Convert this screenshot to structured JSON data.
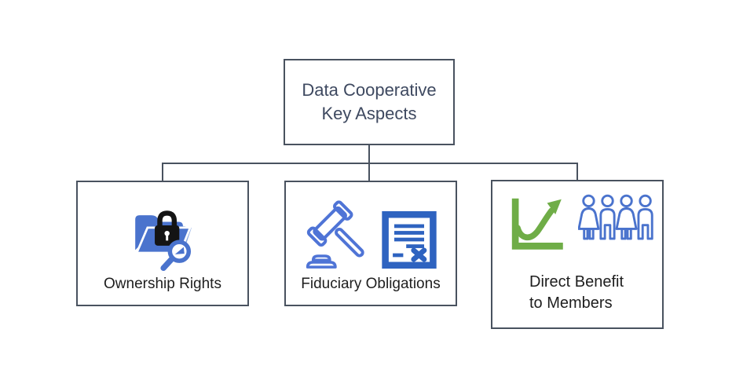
{
  "diagram": {
    "title": {
      "line1": "Data Cooperative",
      "line2": "Key Aspects"
    },
    "nodes": [
      {
        "id": "ownership-rights",
        "label": "Ownership Rights",
        "icons": [
          "folder-lock-magnifier-icon"
        ]
      },
      {
        "id": "fiduciary-obligations",
        "label": "Fiduciary Obligations",
        "icons": [
          "gavel-icon",
          "contract-document-icon"
        ]
      },
      {
        "id": "direct-benefit-to-members",
        "label_line1": "Direct Benefit",
        "label_line2": "to Members",
        "icons": [
          "growth-chart-icon",
          "members-group-icon"
        ]
      }
    ],
    "colors": {
      "background": "#ffffff",
      "box_border": "#49525f",
      "connector": "#49525f",
      "title_text": "#3e4960",
      "label_text": "#1e1e1e",
      "icon_blue": "#4a73cd",
      "icon_blue_dark": "#2e63c0",
      "icon_blue_light": "#87a7e2",
      "icon_green": "#6fad47",
      "lock_black": "#141414"
    }
  }
}
